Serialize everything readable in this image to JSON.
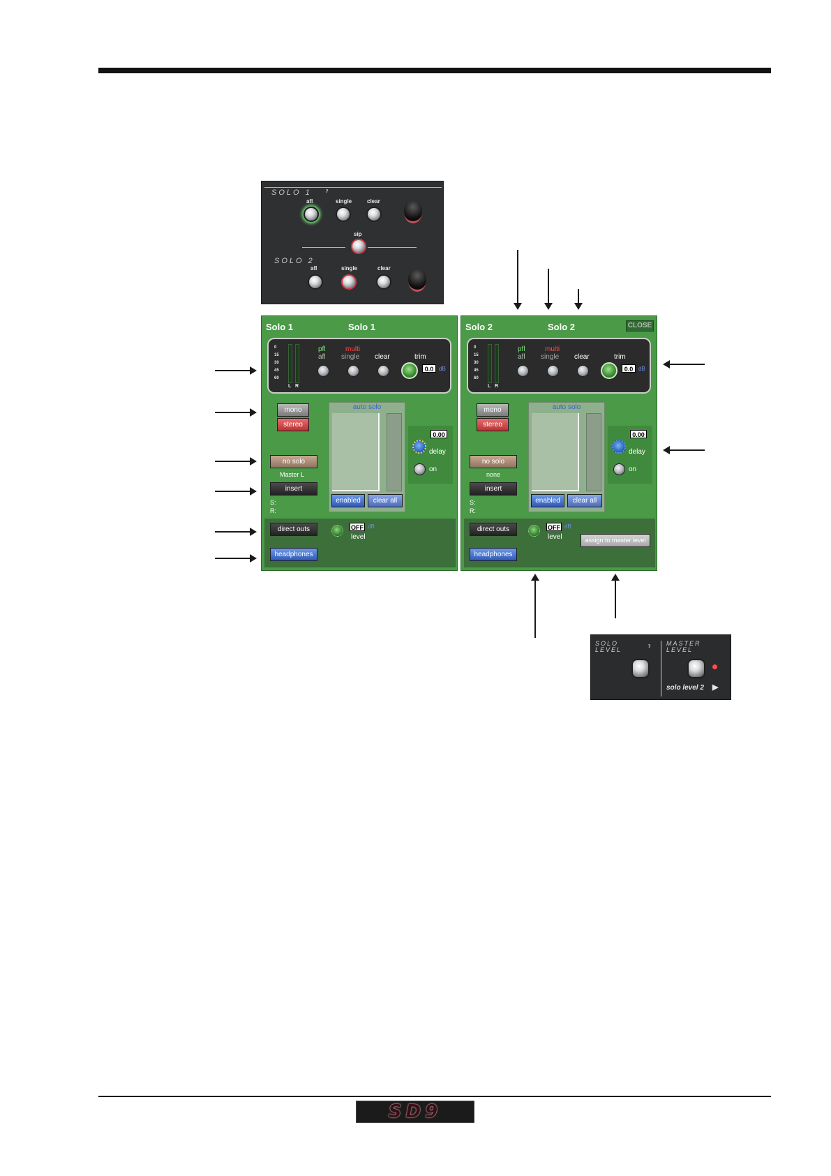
{
  "hardware_top": {
    "solo1_title": "SOLO 1",
    "solo2_title": "SOLO 2",
    "solo1_afl": "afl",
    "solo1_single": "single",
    "solo1_clear": "clear",
    "sip": "sip",
    "solo2_afl": "afl",
    "solo2_single": "single",
    "solo2_clear": "clear",
    "corner_mark": "7"
  },
  "panels": [
    {
      "header_left": "Solo 1",
      "header_center": "Solo 1",
      "scale": [
        "0",
        "15",
        "30",
        "45",
        "60"
      ],
      "meter_l": "L",
      "meter_r": "R",
      "pfl": "pfl",
      "afl": "afl",
      "multi": "multi",
      "single": "single",
      "clear": "clear",
      "trim": "trim",
      "trim_value": "0.0",
      "trim_unit": "dB",
      "mono": "mono",
      "stereo": "stereo",
      "no_solo": "no solo",
      "no_solo_sub": "Master L",
      "insert": "insert",
      "send": "S:",
      "return": "R:",
      "auto_solo": "auto solo",
      "enabled": "enabled",
      "clear_all": "clear all",
      "delay_value": "0.00",
      "delay": "delay",
      "on": "on",
      "direct_outs": "direct outs",
      "level_value": "OFF",
      "level_unit": "dB",
      "level": "level",
      "headphones": "headphones"
    },
    {
      "header_left": "Solo 2",
      "header_center": "Solo 2",
      "close": "CLOSE",
      "scale": [
        "0",
        "15",
        "30",
        "45",
        "60"
      ],
      "meter_l": "L",
      "meter_r": "R",
      "pfl": "pfl",
      "afl": "afl",
      "multi": "multi",
      "single": "single",
      "clear": "clear",
      "trim": "trim",
      "trim_value": "0.0",
      "trim_unit": "dB",
      "mono": "mono",
      "stereo": "stereo",
      "no_solo": "no solo",
      "no_solo_sub": "none",
      "insert": "insert",
      "send": "S:",
      "return": "R:",
      "auto_solo": "auto solo",
      "enabled": "enabled",
      "clear_all": "clear all",
      "delay_value": "0.00",
      "delay": "delay",
      "on": "on",
      "direct_outs": "direct outs",
      "level_value": "OFF",
      "level_unit": "dB",
      "level": "level",
      "assign": "assign to master level",
      "headphones": "headphones"
    }
  ],
  "hardware_bottom": {
    "solo_level": "SOLO LEVEL",
    "master_level": "MASTER LEVEL",
    "solo_level_2": "solo level 2",
    "corner_mark": "7"
  },
  "logo": "SD9",
  "colors": {
    "panel_green": "#4a9a48",
    "afl_green_label": "#7ee07e",
    "multi_red_label": "#ff4a4a",
    "value_blue": "#3b62c8"
  }
}
